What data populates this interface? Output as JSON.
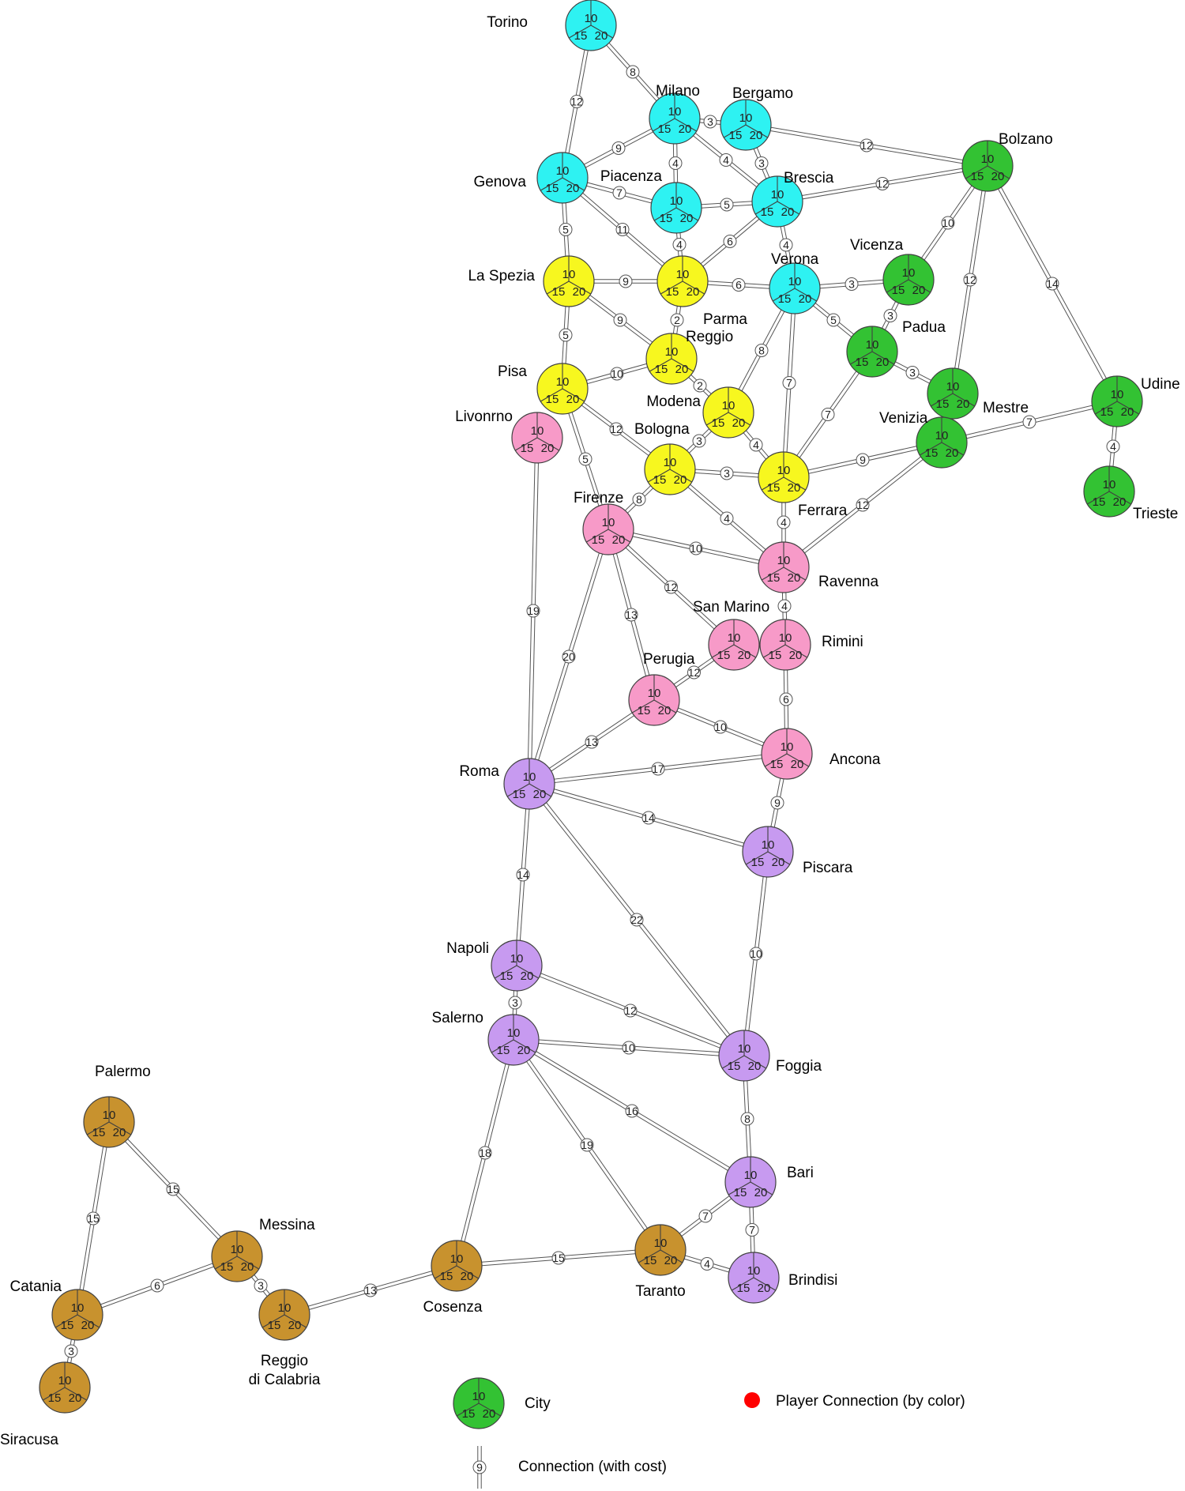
{
  "colors": {
    "cyan": "#2ef2f2",
    "yellow": "#f7f71f",
    "pink": "#f79ac8",
    "green": "#33c233",
    "purple": "#c79af0",
    "brown": "#c8922e",
    "player": "#ff0000",
    "track": "#555555",
    "background": "#ffffff"
  },
  "slot_labels": [
    "10",
    "15",
    "20"
  ],
  "cities": [
    {
      "id": "torino",
      "name": "Torino",
      "region": "cyan"
    },
    {
      "id": "milano",
      "name": "Milano",
      "region": "cyan"
    },
    {
      "id": "bergamo",
      "name": "Bergamo",
      "region": "cyan"
    },
    {
      "id": "genova",
      "name": "Genova",
      "region": "cyan"
    },
    {
      "id": "piacenza",
      "name": "Piacenza",
      "region": "cyan"
    },
    {
      "id": "brescia",
      "name": "Brescia",
      "region": "cyan"
    },
    {
      "id": "verona",
      "name": "Verona",
      "region": "cyan"
    },
    {
      "id": "laspezia",
      "name": "La Spezia",
      "region": "yellow"
    },
    {
      "id": "parma",
      "name": "Parma",
      "region": "yellow"
    },
    {
      "id": "reggio",
      "name": "Reggio",
      "region": "yellow"
    },
    {
      "id": "pisa",
      "name": "Pisa",
      "region": "yellow"
    },
    {
      "id": "modena",
      "name": "Modena",
      "region": "yellow"
    },
    {
      "id": "bologna",
      "name": "Bologna",
      "region": "yellow"
    },
    {
      "id": "ferrara",
      "name": "Ferrara",
      "region": "yellow"
    },
    {
      "id": "livorno",
      "name": "Livonrno",
      "region": "pink"
    },
    {
      "id": "firenze",
      "name": "Firenze",
      "region": "pink"
    },
    {
      "id": "ravenna",
      "name": "Ravenna",
      "region": "pink"
    },
    {
      "id": "sanmarino",
      "name": "San Marino",
      "region": "pink"
    },
    {
      "id": "rimini",
      "name": "Rimini",
      "region": "pink"
    },
    {
      "id": "perugia",
      "name": "Perugia",
      "region": "pink"
    },
    {
      "id": "ancona",
      "name": "Ancona",
      "region": "pink"
    },
    {
      "id": "bolzano",
      "name": "Bolzano",
      "region": "green"
    },
    {
      "id": "vicenza",
      "name": "Vicenza",
      "region": "green"
    },
    {
      "id": "padua",
      "name": "Padua",
      "region": "green"
    },
    {
      "id": "mestre",
      "name": "Mestre",
      "region": "green"
    },
    {
      "id": "venezia",
      "name": "Venizia",
      "region": "green"
    },
    {
      "id": "udine",
      "name": "Udine",
      "region": "green"
    },
    {
      "id": "trieste",
      "name": "Trieste",
      "region": "green"
    },
    {
      "id": "roma",
      "name": "Roma",
      "region": "purple"
    },
    {
      "id": "piscara",
      "name": "Piscara",
      "region": "purple"
    },
    {
      "id": "napoli",
      "name": "Napoli",
      "region": "purple"
    },
    {
      "id": "salerno",
      "name": "Salerno",
      "region": "purple"
    },
    {
      "id": "foggia",
      "name": "Foggia",
      "region": "purple"
    },
    {
      "id": "bari",
      "name": "Bari",
      "region": "purple"
    },
    {
      "id": "brindisi",
      "name": "Brindisi",
      "region": "purple"
    },
    {
      "id": "palermo",
      "name": "Palermo",
      "region": "brown"
    },
    {
      "id": "messina",
      "name": "Messina",
      "region": "brown"
    },
    {
      "id": "catania",
      "name": "Catania",
      "region": "brown"
    },
    {
      "id": "siracusa",
      "name": "Siracusa",
      "region": "brown"
    },
    {
      "id": "reggiocal",
      "name": "Reggio\ndi Calabria",
      "region": "brown"
    },
    {
      "id": "cosenza",
      "name": "Cosenza",
      "region": "brown"
    },
    {
      "id": "taranto",
      "name": "Taranto",
      "region": "brown"
    }
  ],
  "connections": [
    {
      "from": "torino",
      "to": "genova",
      "cost": "12"
    },
    {
      "from": "torino",
      "to": "milano",
      "cost": "8"
    },
    {
      "from": "milano",
      "to": "bergamo",
      "cost": "3"
    },
    {
      "from": "milano",
      "to": "genova",
      "cost": "9"
    },
    {
      "from": "milano",
      "to": "piacenza",
      "cost": "4"
    },
    {
      "from": "milano",
      "to": "brescia",
      "cost": "4"
    },
    {
      "from": "bergamo",
      "to": "brescia",
      "cost": "3"
    },
    {
      "from": "bergamo",
      "to": "bolzano",
      "cost": "12"
    },
    {
      "from": "genova",
      "to": "piacenza",
      "cost": "7"
    },
    {
      "from": "genova",
      "to": "laspezia",
      "cost": "5"
    },
    {
      "from": "genova",
      "to": "parma",
      "cost": "11"
    },
    {
      "from": "piacenza",
      "to": "brescia",
      "cost": "5"
    },
    {
      "from": "piacenza",
      "to": "parma",
      "cost": "4"
    },
    {
      "from": "brescia",
      "to": "bolzano",
      "cost": "12"
    },
    {
      "from": "brescia",
      "to": "verona",
      "cost": "4"
    },
    {
      "from": "brescia",
      "to": "parma",
      "cost": "6"
    },
    {
      "from": "laspezia",
      "to": "parma",
      "cost": "9"
    },
    {
      "from": "laspezia",
      "to": "reggio",
      "cost": "9"
    },
    {
      "from": "laspezia",
      "to": "pisa",
      "cost": "5"
    },
    {
      "from": "parma",
      "to": "verona",
      "cost": "6"
    },
    {
      "from": "parma",
      "to": "reggio",
      "cost": "2"
    },
    {
      "from": "verona",
      "to": "vicenza",
      "cost": "3"
    },
    {
      "from": "verona",
      "to": "padua",
      "cost": "5"
    },
    {
      "from": "verona",
      "to": "modena",
      "cost": "8"
    },
    {
      "from": "verona",
      "to": "ferrara",
      "cost": "7"
    },
    {
      "from": "bolzano",
      "to": "vicenza",
      "cost": "10"
    },
    {
      "from": "bolzano",
      "to": "mestre",
      "cost": "12"
    },
    {
      "from": "bolzano",
      "to": "udine",
      "cost": "14"
    },
    {
      "from": "vicenza",
      "to": "padua",
      "cost": "3"
    },
    {
      "from": "padua",
      "to": "mestre",
      "cost": "3"
    },
    {
      "from": "padua",
      "to": "ferrara",
      "cost": "7"
    },
    {
      "from": "reggio",
      "to": "pisa",
      "cost": "10"
    },
    {
      "from": "reggio",
      "to": "modena",
      "cost": "2"
    },
    {
      "from": "modena",
      "to": "bologna",
      "cost": "3"
    },
    {
      "from": "modena",
      "to": "ferrara",
      "cost": "4"
    },
    {
      "from": "pisa",
      "to": "bologna",
      "cost": "12"
    },
    {
      "from": "pisa",
      "to": "firenze",
      "cost": "5"
    },
    {
      "from": "bologna",
      "to": "ferrara",
      "cost": "3"
    },
    {
      "from": "bologna",
      "to": "firenze",
      "cost": "8"
    },
    {
      "from": "bologna",
      "to": "ravenna",
      "cost": "4"
    },
    {
      "from": "ferrara",
      "to": "venezia",
      "cost": "9"
    },
    {
      "from": "ferrara",
      "to": "ravenna",
      "cost": "4"
    },
    {
      "from": "venezia",
      "to": "udine",
      "cost": "7"
    },
    {
      "from": "venezia",
      "to": "ravenna",
      "cost": "12"
    },
    {
      "from": "udine",
      "to": "trieste",
      "cost": "4"
    },
    {
      "from": "livorno",
      "to": "roma",
      "cost": "19"
    },
    {
      "from": "firenze",
      "to": "ravenna",
      "cost": "10"
    },
    {
      "from": "firenze",
      "to": "sanmarino",
      "cost": "12"
    },
    {
      "from": "firenze",
      "to": "perugia",
      "cost": "13"
    },
    {
      "from": "firenze",
      "to": "roma",
      "cost": "20"
    },
    {
      "from": "ravenna",
      "to": "rimini",
      "cost": "4"
    },
    {
      "from": "sanmarino",
      "to": "perugia",
      "cost": "12"
    },
    {
      "from": "rimini",
      "to": "ancona",
      "cost": "6"
    },
    {
      "from": "perugia",
      "to": "ancona",
      "cost": "10"
    },
    {
      "from": "perugia",
      "to": "roma",
      "cost": "13"
    },
    {
      "from": "roma",
      "to": "ancona",
      "cost": "17"
    },
    {
      "from": "roma",
      "to": "piscara",
      "cost": "14"
    },
    {
      "from": "roma",
      "to": "napoli",
      "cost": "14"
    },
    {
      "from": "roma",
      "to": "foggia",
      "cost": "22"
    },
    {
      "from": "ancona",
      "to": "piscara",
      "cost": "9"
    },
    {
      "from": "piscara",
      "to": "foggia",
      "cost": "10"
    },
    {
      "from": "napoli",
      "to": "salerno",
      "cost": "3"
    },
    {
      "from": "napoli",
      "to": "foggia",
      "cost": "12"
    },
    {
      "from": "salerno",
      "to": "foggia",
      "cost": "10"
    },
    {
      "from": "salerno",
      "to": "bari",
      "cost": "16"
    },
    {
      "from": "salerno",
      "to": "taranto",
      "cost": "19"
    },
    {
      "from": "salerno",
      "to": "cosenza",
      "cost": "18"
    },
    {
      "from": "foggia",
      "to": "bari",
      "cost": "8"
    },
    {
      "from": "bari",
      "to": "taranto",
      "cost": "7"
    },
    {
      "from": "bari",
      "to": "brindisi",
      "cost": "7"
    },
    {
      "from": "taranto",
      "to": "brindisi",
      "cost": "4"
    },
    {
      "from": "taranto",
      "to": "cosenza",
      "cost": "15"
    },
    {
      "from": "cosenza",
      "to": "reggiocal",
      "cost": "13"
    },
    {
      "from": "reggiocal",
      "to": "messina",
      "cost": "3"
    },
    {
      "from": "messina",
      "to": "palermo",
      "cost": "15"
    },
    {
      "from": "messina",
      "to": "catania",
      "cost": "6"
    },
    {
      "from": "palermo",
      "to": "catania",
      "cost": "15"
    },
    {
      "from": "catania",
      "to": "siracusa",
      "cost": "3"
    }
  ],
  "legend": {
    "city_label": "City",
    "connection_label": "Connection (with cost)",
    "connection_cost": "9",
    "player_label": "Player Connection (by color)"
  }
}
